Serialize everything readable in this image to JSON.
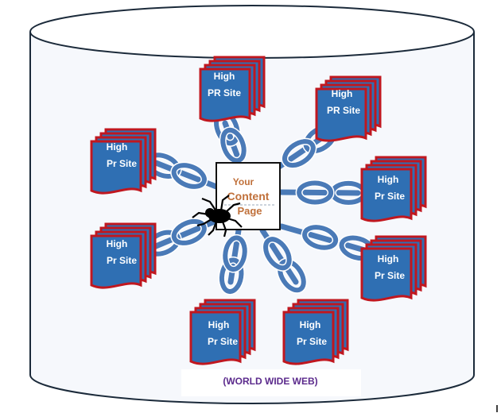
{
  "diagram": {
    "center": {
      "line1": "Your",
      "line2": "Content",
      "line3": "Page"
    },
    "sites": [
      {
        "id": "top",
        "line1": "High",
        "line2": "PR Site"
      },
      {
        "id": "top-right",
        "line1": "High",
        "line2": "PR Site"
      },
      {
        "id": "left-upper",
        "line1": "High",
        "line2": "Pr Site"
      },
      {
        "id": "right-upper",
        "line1": "High",
        "line2": "Pr Site"
      },
      {
        "id": "left-lower",
        "line1": "High",
        "line2": "Pr Site"
      },
      {
        "id": "right-lower",
        "line1": "High",
        "line2": "Pr Site"
      },
      {
        "id": "bottom-left",
        "line1": "High",
        "line2": "Pr Site"
      },
      {
        "id": "bottom-right",
        "line1": "High",
        "line2": "Pr Site"
      }
    ],
    "caption": "(WORLD WIDE WEB)",
    "colors": {
      "doc_fill": "#2f6fb3",
      "doc_border": "#c0171f",
      "chain": "#4a7ab7",
      "cylinder_stroke": "#1b2a3a",
      "caption_text": "#5b2a8c"
    }
  }
}
